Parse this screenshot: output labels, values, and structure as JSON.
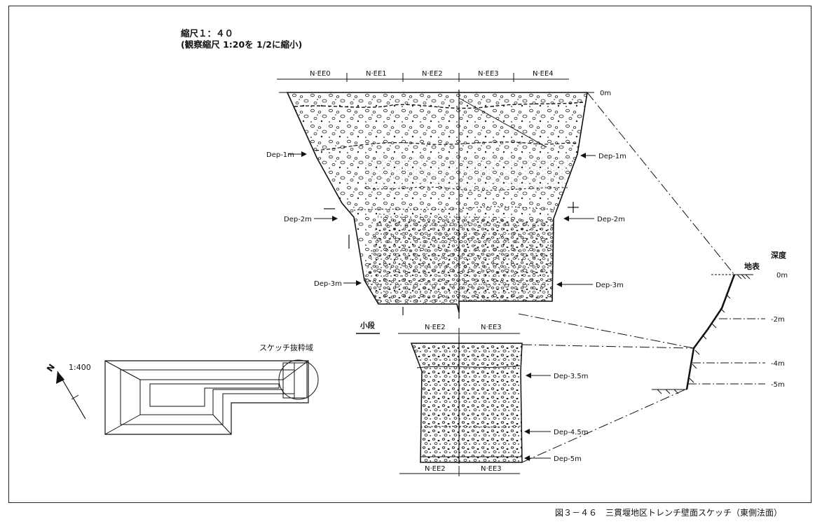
{
  "header": {
    "scale": "縮尺１：４０",
    "scale_note": "(観察縮尺 1:20を 1/2に縮小)"
  },
  "top_sections": [
    "N·EE0",
    "N·EE1",
    "N·EE2",
    "N·EE3",
    "N·EE4"
  ],
  "depth_labels_left": [
    "Dep-1m",
    "Dep-2m",
    "Dep-3m"
  ],
  "depth_labels_right": [
    "Dep-1m",
    "Dep-2m",
    "Dep-3m"
  ],
  "surface_label": "0m",
  "step": {
    "label": "小段",
    "sections_top": [
      "N·EE2",
      "N·EE3"
    ],
    "sections_bottom": [
      "N·EE2",
      "N·EE3"
    ],
    "depth_labels": [
      "Dep-3.5m",
      "Dep-4.5m",
      "Dep-5m"
    ]
  },
  "profile": {
    "title": "深度",
    "surface": "地表",
    "depths": [
      "0m",
      "-2m",
      "-4m",
      "-5m"
    ]
  },
  "plan": {
    "scale": "1:400",
    "north": "N",
    "sketch_area": "スケッチ抜粋域"
  },
  "caption": "図３－４６　三貫堰地区トレンチ壁面スケッチ（東側法面）"
}
